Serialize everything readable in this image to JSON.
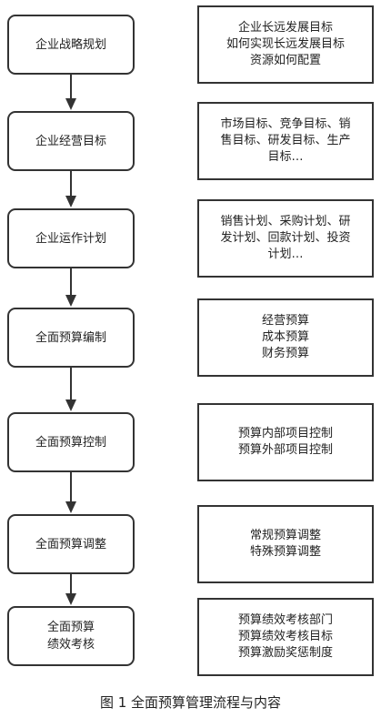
{
  "flow": {
    "steps": [
      {
        "label": "企业战略规划",
        "detail": "企业长远发展目标\n如何实现长远发展目标\n资源如何配置"
      },
      {
        "label": "企业经营目标",
        "detail": "市场目标、竞争目标、销\n售目标、研发目标、生产\n目标…"
      },
      {
        "label": "企业运作计划",
        "detail": "销售计划、采购计划、研\n发计划、回款计划、投资\n计划…"
      },
      {
        "label": "全面预算编制",
        "detail": "经营预算\n成本预算\n财务预算"
      },
      {
        "label": "全面预算控制",
        "detail": "预算内部项目控制\n预算外部项目控制"
      },
      {
        "label": "全面预算调整",
        "detail": "常规预算调整\n特殊预算调整"
      },
      {
        "label": "全面预算\n绩效考核",
        "detail": "预算绩效考核部门\n预算绩效考核目标\n预算激励奖惩制度"
      }
    ]
  },
  "caption": "图 1  全面预算管理流程与内容"
}
